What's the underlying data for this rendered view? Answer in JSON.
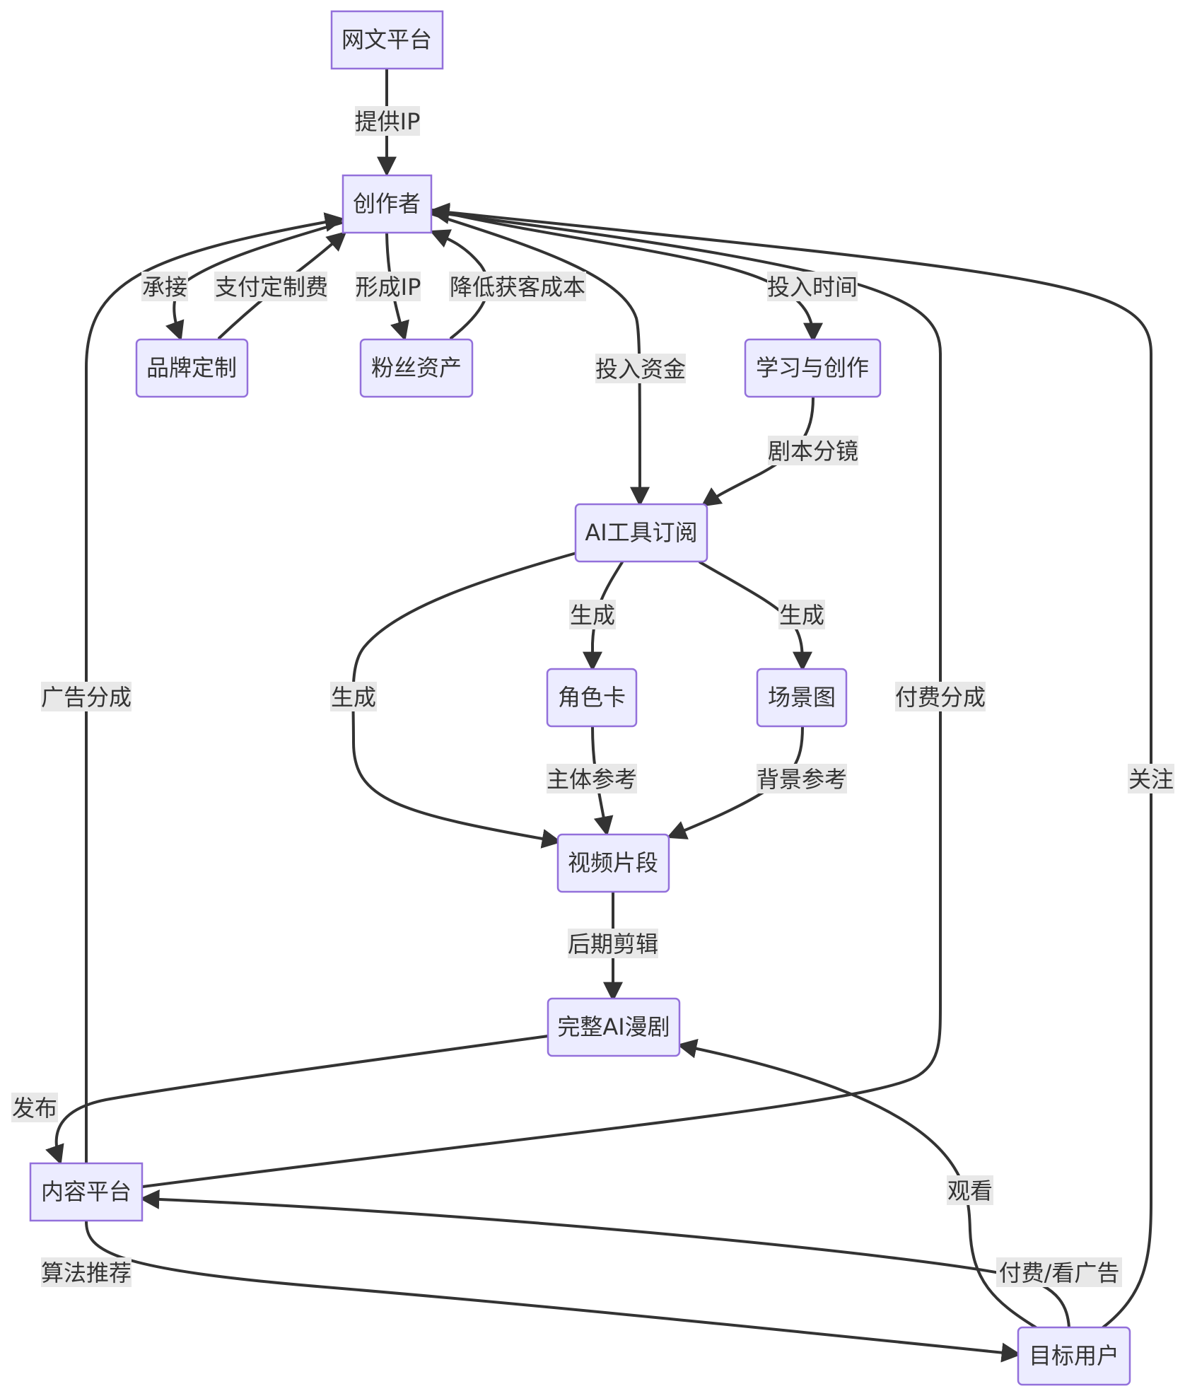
{
  "nodes": {
    "webnovel": "网文平台",
    "creator": "创作者",
    "brand": "品牌定制",
    "fans": "粉丝资产",
    "study": "学习与创作",
    "aitool": "AI工具订阅",
    "role": "角色卡",
    "scene": "场景图",
    "video": "视频片段",
    "drama": "完整AI漫剧",
    "platform": "内容平台",
    "user": "目标用户"
  },
  "edges": {
    "provide_ip": "提供IP",
    "undertake": "承接",
    "pay_custom": "支付定制费",
    "form_ip": "形成IP",
    "reduce_cost": "降低获客成本",
    "invest_funds": "投入资金",
    "invest_time": "投入时间",
    "script": "剧本分镜",
    "gen_left": "生成",
    "gen_role": "生成",
    "gen_scene": "生成",
    "subject_ref": "主体参考",
    "bg_ref": "背景参考",
    "post_edit": "后期剪辑",
    "publish": "发布",
    "ad_share": "广告分成",
    "paid_share": "付费分成",
    "algo": "算法推荐",
    "watch": "观看",
    "pay_ad": "付费/看广告",
    "follow": "关注"
  }
}
